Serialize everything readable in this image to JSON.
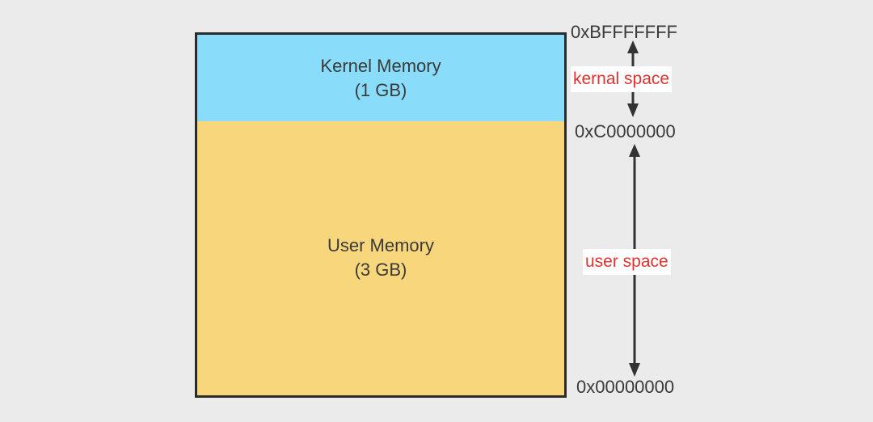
{
  "blocks": {
    "kernel": {
      "name": "Kernel Memory",
      "size": "(1 GB)"
    },
    "user": {
      "name": "User Memory",
      "size": "(3 GB)"
    }
  },
  "addresses": {
    "top": "0xBFFFFFFF",
    "middle": "0xC0000000",
    "bottom": "0x00000000"
  },
  "spaces": {
    "kernel": "kernal space",
    "user": "user space"
  },
  "colors": {
    "kernel_fill": "#8adcfb",
    "user_fill": "#f7d67c",
    "label_text": "#e0322e",
    "border": "#2b2b2b"
  }
}
